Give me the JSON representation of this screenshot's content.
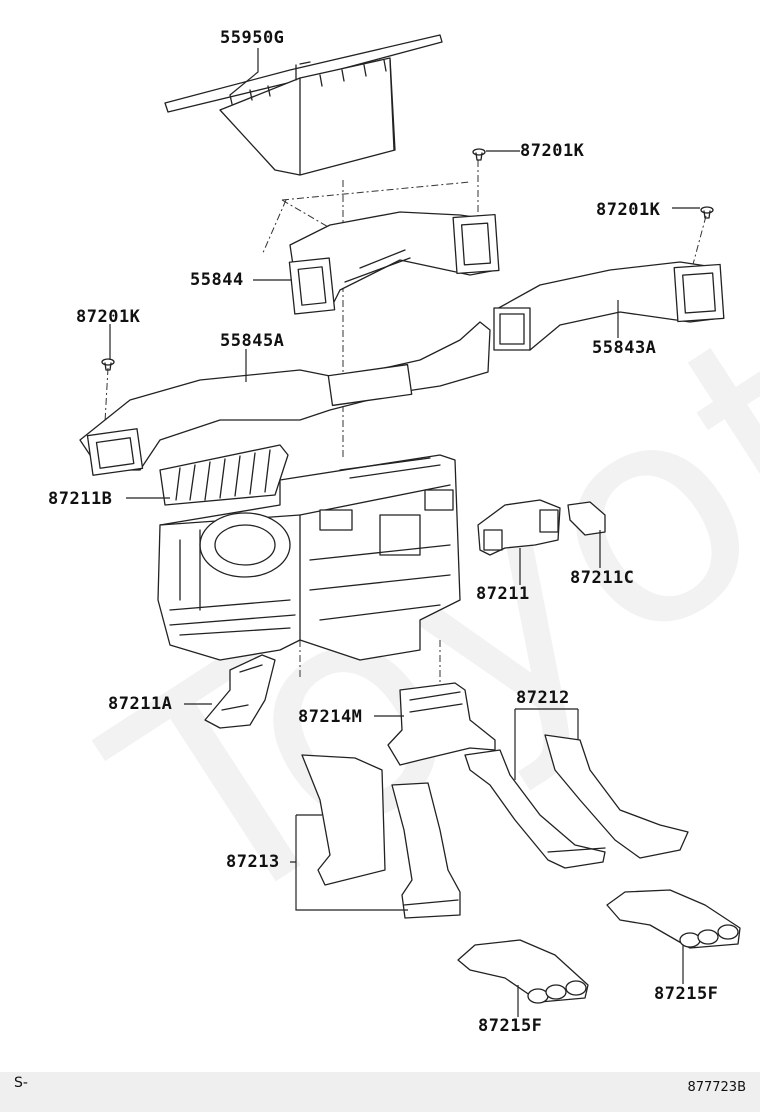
{
  "diagram": {
    "watermark": "ToyotaC",
    "parts": {
      "p55950G": "55950G",
      "p87201K_a": "87201K",
      "p87201K_b": "87201K",
      "p55844": "55844",
      "p87201K_c": "87201K",
      "p55845A": "55845A",
      "p55843A": "55843A",
      "p87211B": "87211B",
      "p87211": "87211",
      "p87211C": "87211C",
      "p87211A": "87211A",
      "p87214M": "87214M",
      "p87212": "87212",
      "p87213": "87213",
      "p87215F_a": "87215F",
      "p87215F_b": "87215F"
    }
  },
  "footer": {
    "left_text": "S-",
    "right_text": "877723B"
  }
}
